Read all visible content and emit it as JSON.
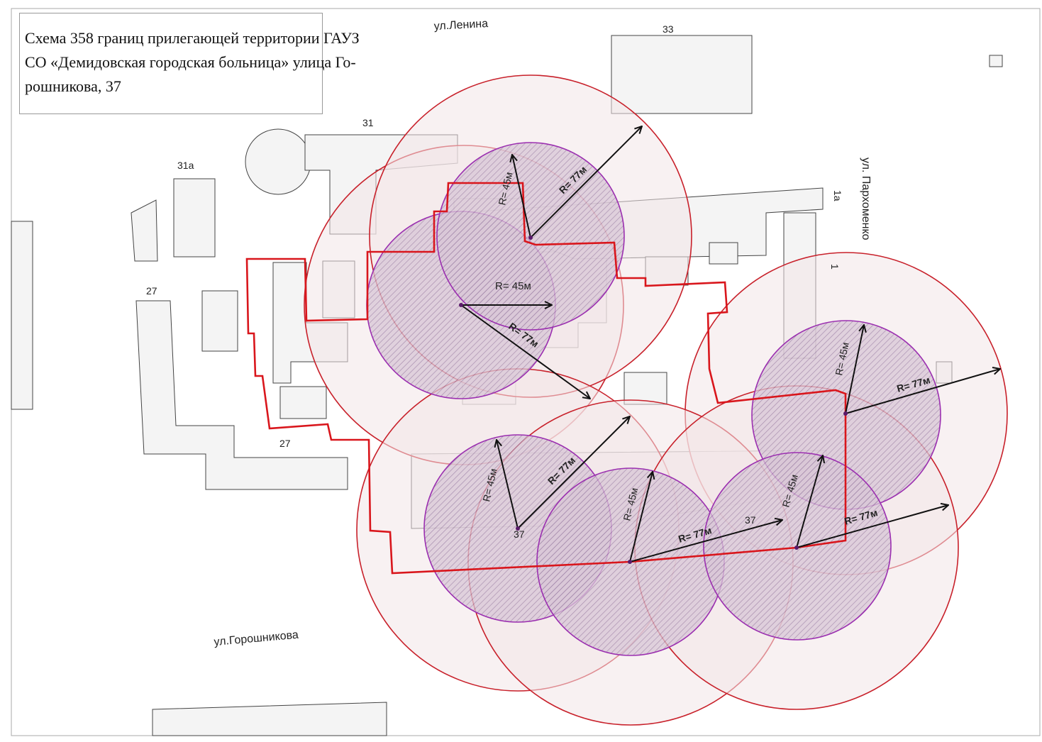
{
  "title": {
    "line1": "Схема 358   границ прилегающей территории ГАУЗ",
    "line2": "СО «Демидовская городская больница»        улица Го-",
    "line3": "рошникова, 37"
  },
  "streets": {
    "lenina": "ул.Ленина",
    "parkhomenko": "ул. Пархоменко",
    "goroshnikova": "ул.Горошникова"
  },
  "building_numbers": [
    "33",
    "31",
    "31а",
    "27",
    "27",
    "1а",
    "1",
    "37",
    "37"
  ],
  "radius_labels": {
    "inner": "R= 45м",
    "outer": "R= 77м"
  },
  "zones": {
    "inner_radius_m": 45,
    "outer_radius_m": 77,
    "count": 6
  },
  "colors": {
    "boundary": "#d9161c",
    "outer_circle": "#c8202a",
    "inner_circle": "#9b2fb0",
    "outer_fill": "#f2e6e8",
    "hatch": "#7a5a8a"
  }
}
